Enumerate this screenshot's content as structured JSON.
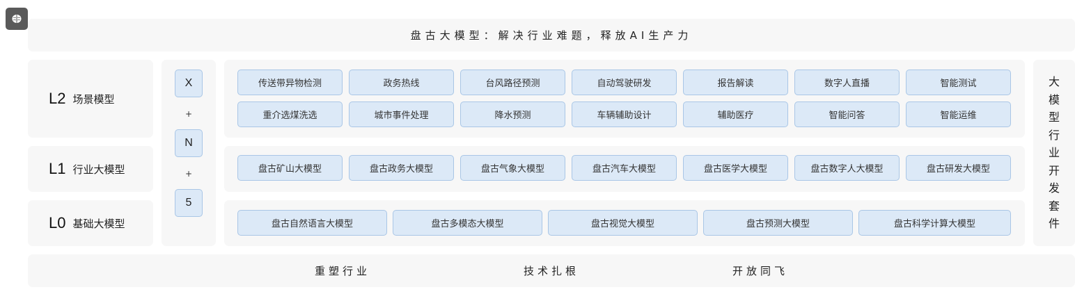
{
  "badge": {
    "icon": "brain-icon"
  },
  "title": "盘古大模型：解决行业难题，释放AI生产力",
  "layers": [
    {
      "code": "L2",
      "name": "场景模型"
    },
    {
      "code": "L1",
      "name": "行业大模型"
    },
    {
      "code": "L0",
      "name": "基础大模型"
    }
  ],
  "formula": {
    "boxes": [
      "X",
      "N",
      "5"
    ],
    "plus": "+"
  },
  "l2_scenarios": {
    "row1": [
      "传送带异物检测",
      "政务热线",
      "台风路径预测",
      "自动驾驶研发",
      "报告解读",
      "数字人直播",
      "智能测试"
    ],
    "row2": [
      "重介选煤洗选",
      "城市事件处理",
      "降水预测",
      "车辆辅助设计",
      "辅助医疗",
      "智能问答",
      "智能运维"
    ]
  },
  "l1_industry_models": [
    "盘古矿山大模型",
    "盘古政务大模型",
    "盘古气象大模型",
    "盘古汽车大模型",
    "盘古医学大模型",
    "盘古数字人大模型",
    "盘古研发大模型"
  ],
  "l0_foundation_models": [
    "盘古自然语言大模型",
    "盘古多模态大模型",
    "盘古视觉大模型",
    "盘古预测大模型",
    "盘古科学计算大模型"
  ],
  "side_panel": {
    "chars": [
      "大",
      "模",
      "型",
      "行",
      "业",
      "开",
      "发",
      "套",
      "件"
    ]
  },
  "footer": {
    "items": [
      "重塑行业",
      "技术扎根",
      "开放同飞"
    ]
  },
  "colors": {
    "panel_bg": "#f7f7f7",
    "card_bg": "#dce9f7",
    "card_border": "#a9c6e6",
    "badge_bg": "#5a5a5a"
  }
}
